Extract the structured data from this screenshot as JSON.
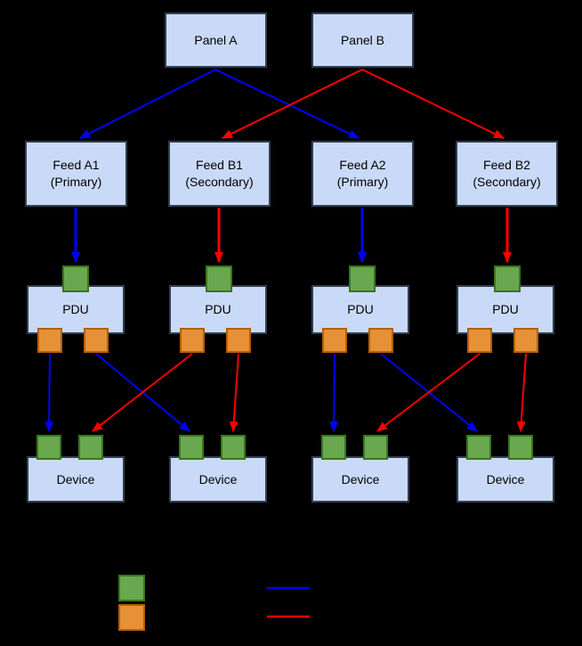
{
  "diagram": {
    "panels": [
      {
        "label": "Panel A"
      },
      {
        "label": "Panel B"
      }
    ],
    "feeds": [
      {
        "name": "Feed A1",
        "qualifier": "(Primary)"
      },
      {
        "name": "Feed B1",
        "qualifier": "(Secondary)"
      },
      {
        "name": "Feed A2",
        "qualifier": "(Primary)"
      },
      {
        "name": "Feed B2",
        "qualifier": "(Secondary)"
      }
    ],
    "pdu_label": "PDU",
    "device_label": "Device"
  },
  "colors": {
    "background": "#000000",
    "node_fill": "#c9daf8",
    "node_border": "#333f50",
    "input_port_fill": "#6aa84f",
    "input_port_border": "#38761d",
    "output_port_fill": "#e69138",
    "output_port_border": "#b45f06",
    "primary_path": "#0000ff",
    "secondary_path": "#ff0000",
    "text": "#000000"
  },
  "legend": {
    "swatches": [
      {
        "type": "input-port",
        "color": "#6aa84f"
      },
      {
        "type": "output-port",
        "color": "#e69138"
      }
    ],
    "lines": [
      {
        "type": "primary-path",
        "color": "#0000ff"
      },
      {
        "type": "secondary-path",
        "color": "#ff0000"
      }
    ]
  }
}
